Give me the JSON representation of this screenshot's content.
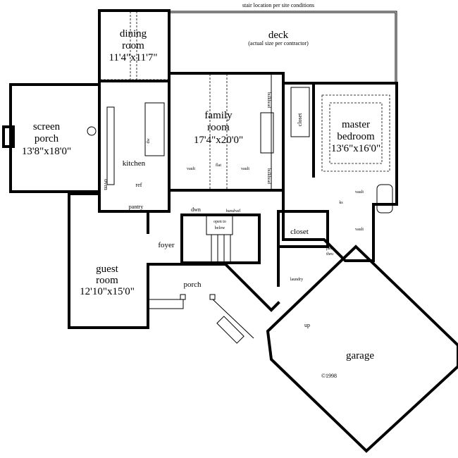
{
  "notes": {
    "stair_location": "stair location per site conditions",
    "copyright": "©1998",
    "handrail": "handrail",
    "open_to_below": [
      "open to",
      "below"
    ],
    "dwn": "dwn",
    "up": "up"
  },
  "rooms": {
    "dining": {
      "name": [
        "dining",
        "room"
      ],
      "size": "11'4\"x11'7\""
    },
    "deck": {
      "name": "deck",
      "note": "(actual size per contractor)"
    },
    "family": {
      "name": [
        "family",
        "room"
      ],
      "size": "17'4\"x20'0\"",
      "vault_left": "vault",
      "vault_right": "vault",
      "flat": "flat",
      "bulkhead_top": "bulkhead",
      "bulkhead_bottom": "bulkhead"
    },
    "screen_porch": {
      "name": [
        "screen",
        "porch"
      ],
      "size": "13'8\"x18'0\""
    },
    "kitchen": {
      "name": "kitchen",
      "oven": "oven",
      "ref": "ref",
      "dw": "dw"
    },
    "master": {
      "name": [
        "master",
        "bedroom"
      ],
      "size": "13'6\"x16'0\"",
      "vault_top": "vault",
      "vault_bottom": "vault",
      "ks": "ks"
    },
    "master_closet": {
      "name": "closet"
    },
    "guest": {
      "name": [
        "guest",
        "room"
      ],
      "size": "12'10\"x15'0\""
    },
    "pantry": {
      "name": "pantry"
    },
    "foyer": {
      "name": "foyer"
    },
    "porch": {
      "name": "porch"
    },
    "closet": {
      "name": "closet"
    },
    "pass_thru": {
      "name": [
        "pass",
        "thru"
      ]
    },
    "laundry": {
      "name": "laundry"
    },
    "garage": {
      "name": "garage"
    }
  }
}
